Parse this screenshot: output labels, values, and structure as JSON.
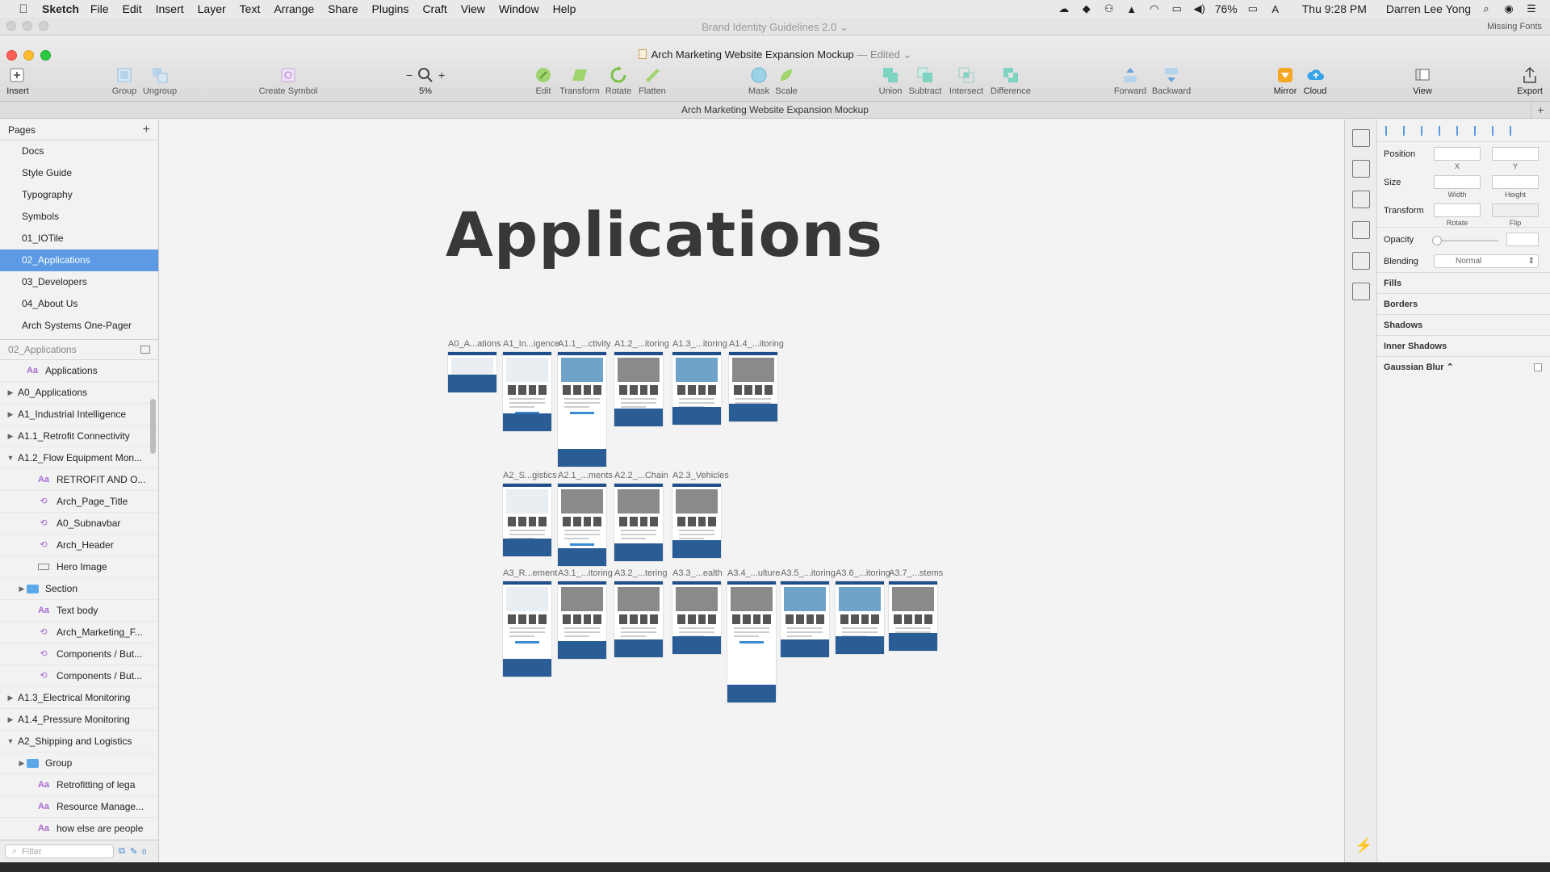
{
  "menubar": {
    "app_name": "Sketch",
    "items": [
      "File",
      "Edit",
      "Insert",
      "Layer",
      "Text",
      "Arrange",
      "Share",
      "Plugins",
      "Craft",
      "View",
      "Window",
      "Help"
    ],
    "battery": "76%",
    "clock": "Thu 9:28 PM",
    "user": "Darren Lee Yong"
  },
  "back_window": {
    "title": "Brand Identity Guidelines 2.0 ⌄",
    "missing_fonts": "Missing Fonts"
  },
  "window": {
    "title": "Arch Marketing Website Expansion Mockup",
    "edited": "— Edited ⌄"
  },
  "toolbar": {
    "insert": "Insert",
    "group": "Group",
    "ungroup": "Ungroup",
    "create_symbol": "Create Symbol",
    "zoom": "5%",
    "edit": "Edit",
    "transform": "Transform",
    "rotate": "Rotate",
    "flatten": "Flatten",
    "mask": "Mask",
    "scale": "Scale",
    "union": "Union",
    "subtract": "Subtract",
    "intersect": "Intersect",
    "difference": "Difference",
    "forward": "Forward",
    "backward": "Backward",
    "mirror": "Mirror",
    "cloud": "Cloud",
    "view": "View",
    "export": "Export"
  },
  "docbar": {
    "title": "Arch Marketing Website Expansion Mockup"
  },
  "sidebar": {
    "pages_label": "Pages",
    "pages": [
      "Docs",
      "Style Guide",
      "Typography",
      "Symbols",
      "01_IOTile",
      "02_Applications",
      "03_Developers",
      "04_About Us",
      "Arch Systems One-Pager"
    ],
    "selected_page_index": 5,
    "layers_label": "02_Applications",
    "layers": [
      {
        "name": "Applications",
        "icon": "text",
        "indent": 1,
        "arrow": ""
      },
      {
        "name": "A0_Applications",
        "icon": "none",
        "indent": 0,
        "arrow": "▶"
      },
      {
        "name": "A1_Industrial Intelligence",
        "icon": "none",
        "indent": 0,
        "arrow": "▶"
      },
      {
        "name": "A1.1_Retrofit Connectivity",
        "icon": "none",
        "indent": 0,
        "arrow": "▶"
      },
      {
        "name": "A1.2_Flow Equipment Mon...",
        "icon": "none",
        "indent": 0,
        "arrow": "▼"
      },
      {
        "name": "RETROFIT AND O...",
        "icon": "text",
        "indent": 2,
        "arrow": ""
      },
      {
        "name": "Arch_Page_Title",
        "icon": "sym",
        "indent": 2,
        "arrow": ""
      },
      {
        "name": "A0_Subnavbar",
        "icon": "sym",
        "indent": 2,
        "arrow": ""
      },
      {
        "name": "Arch_Header",
        "icon": "sym",
        "indent": 2,
        "arrow": ""
      },
      {
        "name": "Hero Image",
        "icon": "rect",
        "indent": 2,
        "arrow": ""
      },
      {
        "name": "Section",
        "icon": "folder",
        "indent": 1,
        "arrow": "▶"
      },
      {
        "name": "Text body",
        "icon": "text",
        "indent": 2,
        "arrow": ""
      },
      {
        "name": "Arch_Marketing_F...",
        "icon": "sym",
        "indent": 2,
        "arrow": ""
      },
      {
        "name": "Components / But...",
        "icon": "sym",
        "indent": 2,
        "arrow": ""
      },
      {
        "name": "Components / But...",
        "icon": "sym",
        "indent": 2,
        "arrow": ""
      },
      {
        "name": "A1.3_Electrical Monitoring",
        "icon": "none",
        "indent": 0,
        "arrow": "▶"
      },
      {
        "name": "A1.4_Pressure Monitoring",
        "icon": "none",
        "indent": 0,
        "arrow": "▶"
      },
      {
        "name": "A2_Shipping and Logistics",
        "icon": "none",
        "indent": 0,
        "arrow": "▼"
      },
      {
        "name": "Group",
        "icon": "folder",
        "indent": 1,
        "arrow": "▶"
      },
      {
        "name": "Retrofitting of lega",
        "icon": "text",
        "indent": 2,
        "arrow": ""
      },
      {
        "name": "Resource Manage...",
        "icon": "text",
        "indent": 2,
        "arrow": ""
      },
      {
        "name": "how else are people",
        "icon": "text",
        "indent": 2,
        "arrow": ""
      }
    ],
    "filter_placeholder": "Filter",
    "filter_count": "0"
  },
  "canvas": {
    "title": "Applications",
    "artboards": [
      {
        "label": "A0_A...ations",
        "hero": "light"
      },
      {
        "label": "A1_In...igence",
        "hero": "light"
      },
      {
        "label": "A1.1_...ctivity",
        "hero": "blue"
      },
      {
        "label": "A1.2_...itoring",
        "hero": "dark"
      },
      {
        "label": "A1.3_...itoring",
        "hero": "blue"
      },
      {
        "label": "A1.4_...itoring",
        "hero": "dark"
      },
      {
        "label": "A2_S...gistics",
        "hero": "light"
      },
      {
        "label": "A2.1_...ments",
        "hero": "dark"
      },
      {
        "label": "A2.2_...Chain",
        "hero": "dark"
      },
      {
        "label": "A2.3_Vehicles",
        "hero": "dark"
      },
      {
        "label": "A3_R...ement",
        "hero": "light"
      },
      {
        "label": "A3.1_...itoring",
        "hero": "dark"
      },
      {
        "label": "A3.2_...tering",
        "hero": "dark"
      },
      {
        "label": "A3.3_...ealth",
        "hero": "dark"
      },
      {
        "label": "A3.4_...ulture",
        "hero": "dark"
      },
      {
        "label": "A3.5_...itoring",
        "hero": "blue"
      },
      {
        "label": "A3.6_...itoring",
        "hero": "blue"
      },
      {
        "label": "A3.7_...stems",
        "hero": "dark"
      }
    ]
  },
  "inspector": {
    "position": "Position",
    "x": "X",
    "y": "Y",
    "size": "Size",
    "width": "Width",
    "height": "Height",
    "transform": "Transform",
    "rotate": "Rotate",
    "flip": "Flip",
    "opacity": "Opacity",
    "blending": "Blending",
    "blending_value": "Normal",
    "fills": "Fills",
    "borders": "Borders",
    "shadows": "Shadows",
    "inner_shadows": "Inner Shadows",
    "gaussian_blur": "Gaussian Blur ⌃"
  }
}
